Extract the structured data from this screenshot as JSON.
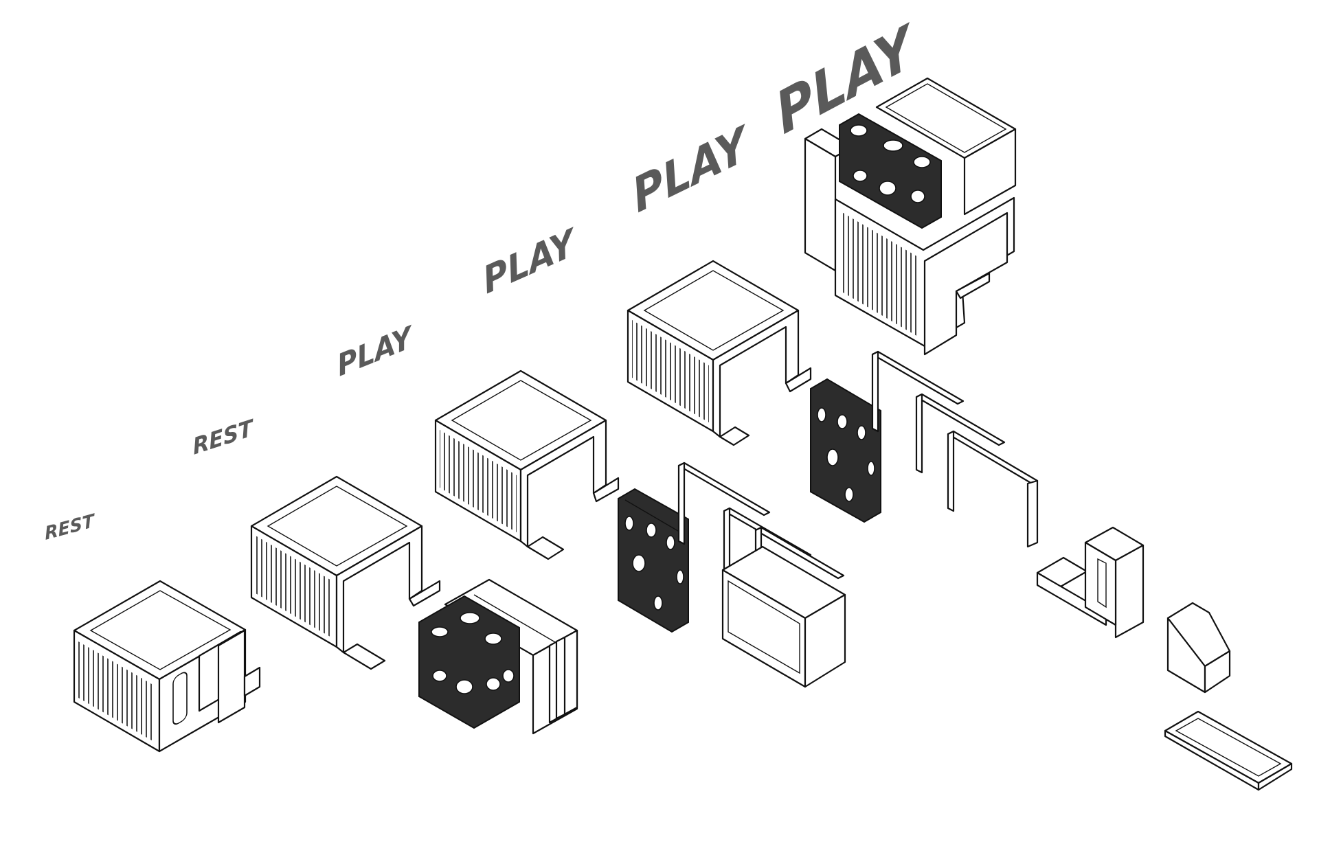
{
  "diagram": {
    "labels": [
      {
        "id": "rest-1",
        "text": "REST"
      },
      {
        "id": "rest-2",
        "text": "REST"
      },
      {
        "id": "play-1",
        "text": "PLAY"
      },
      {
        "id": "play-2",
        "text": "PLAY"
      },
      {
        "id": "play-3",
        "text": "PLAY"
      },
      {
        "id": "play-4",
        "text": "PLAY"
      }
    ],
    "colors": {
      "line": "#111111",
      "label": "#5a5a5a",
      "dark_panel": "#2c2c2c",
      "background": "#ffffff"
    }
  }
}
